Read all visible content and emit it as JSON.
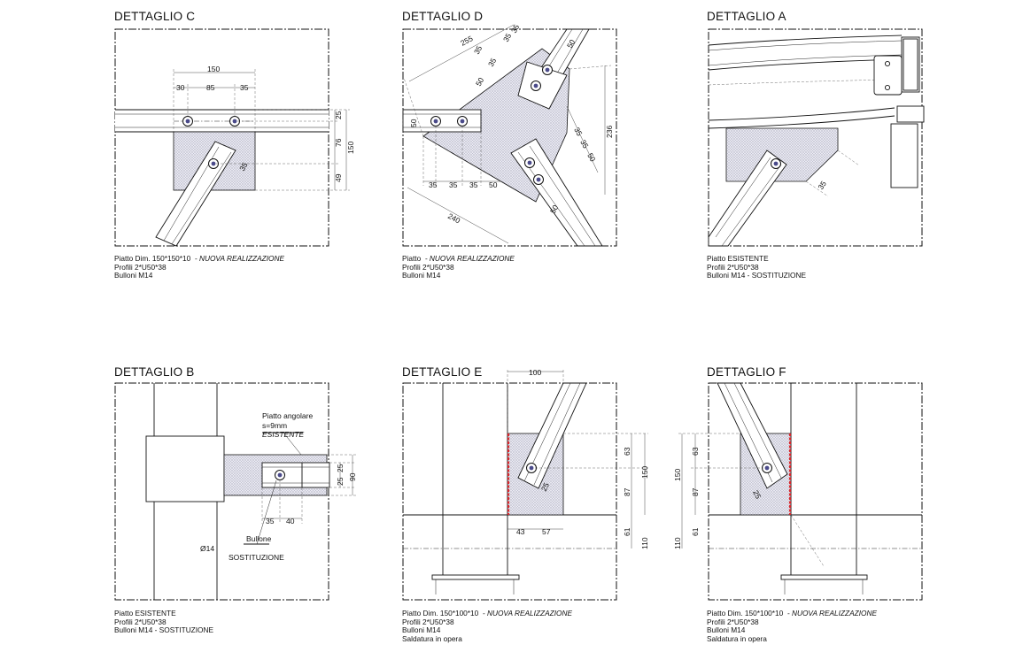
{
  "details": {
    "c": {
      "title": "DETTAGLIO C",
      "notes": [
        "Piatto Dim. 150*150*10",
        "- NUOVA REALIZZAZIONE",
        "Profili 2*U50*38",
        "Bulloni M14"
      ],
      "dims": [
        "150",
        "30",
        "85",
        "35",
        "25",
        "76",
        "150",
        "49",
        "35"
      ]
    },
    "d": {
      "title": "DETTAGLIO D",
      "notes": [
        "Piatto",
        "- NUOVA REALIZZAZIONE",
        "Profili 2*U50*38",
        "Bulloni M14"
      ],
      "dims": [
        "255",
        "35",
        "35",
        "35",
        "50",
        "50",
        "50",
        "35",
        "35",
        "35",
        "50",
        "35",
        "35",
        "35",
        "50",
        "236",
        "240",
        "50"
      ]
    },
    "a": {
      "title": "DETTAGLIO A",
      "notes": [
        "Piatto ESISTENTE",
        "Profili 2*U50*38",
        "Bulloni M14 - SOSTITUZIONE"
      ],
      "dims": [
        "35"
      ]
    },
    "b": {
      "title": "DETTAGLIO B",
      "notes": [
        "Piatto ESISTENTE",
        "Profili 2*U50*38",
        "Bulloni M14 - SOSTITUZIONE"
      ],
      "labels": {
        "plate1": "Piatto angolare",
        "plate2": "s=9mm",
        "plate3": "ESISTENTE",
        "bolt": "Bullone",
        "dia": "Ø14",
        "sost": "SOSTITUZIONE"
      },
      "dims": [
        "25",
        "25",
        "90",
        "35",
        "40"
      ]
    },
    "e": {
      "title": "DETTAGLIO E",
      "notes": [
        "Piatto Dim. 150*100*10",
        "- NUOVA REALIZZAZIONE",
        "Profili 2*U50*38",
        "Bulloni M14",
        "Saldatura in opera"
      ],
      "dims": [
        "100",
        "63",
        "150",
        "87",
        "61",
        "110",
        "43",
        "57",
        "25"
      ]
    },
    "f": {
      "title": "DETTAGLIO F",
      "notes": [
        "Piatto Dim. 150*100*10",
        "- NUOVA REALIZZAZIONE",
        "Profili 2*U50*38",
        "Bulloni M14",
        "Saldatura in opera"
      ],
      "dims": [
        "150",
        "63",
        "87",
        "61",
        "110",
        "25"
      ]
    }
  }
}
